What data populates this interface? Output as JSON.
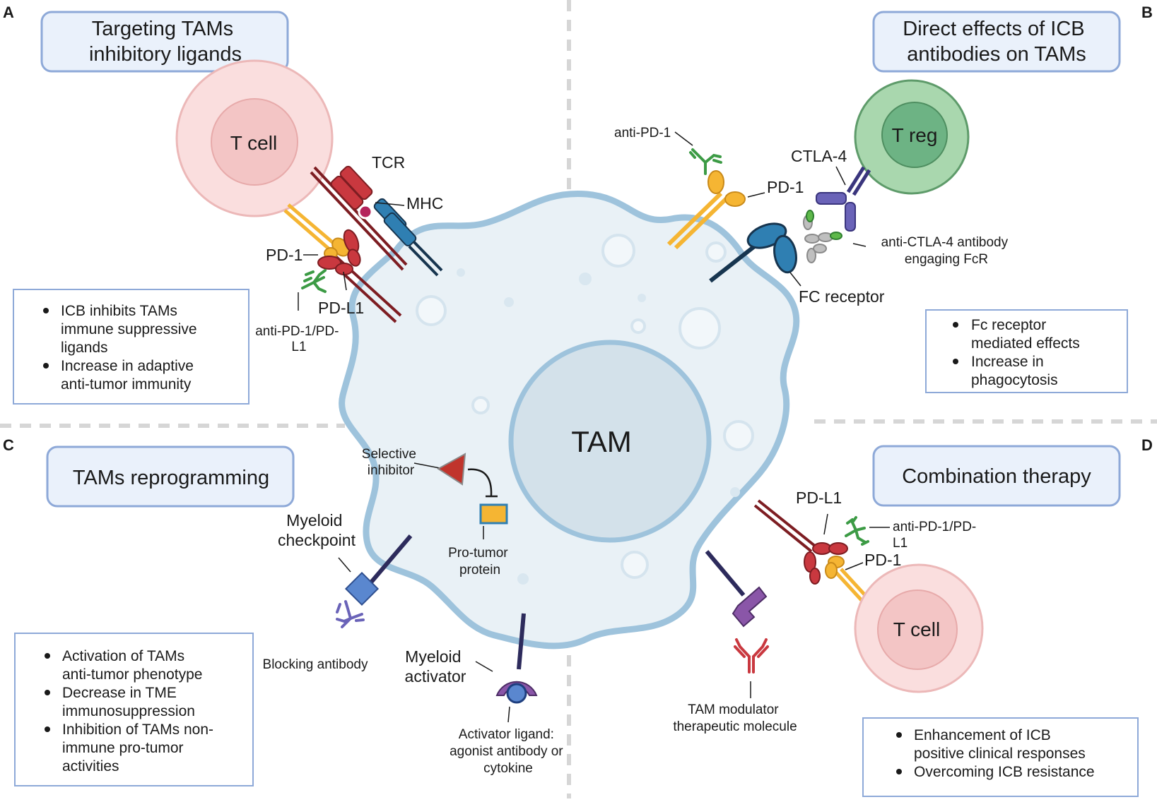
{
  "panels": {
    "a": {
      "letter": "A",
      "title": [
        "Targeting TAMs",
        "inhibitory ligands"
      ],
      "bullets": [
        [
          "ICB inhibits TAMs",
          "immune suppressive",
          "ligands"
        ],
        [
          "Increase in adaptive",
          "anti-tumor immunity"
        ]
      ],
      "labels": {
        "t_cell": "T cell",
        "tcr": "TCR",
        "mhc": "MHC",
        "pd1": "PD-1",
        "pdl1": "PD-L1",
        "anti_pd1_pdl1": [
          "anti-PD-1/PD-",
          "L1"
        ]
      }
    },
    "b": {
      "letter": "B",
      "title": [
        "Direct effects of ICB",
        "antibodies on TAMs"
      ],
      "bullets": [
        [
          "Fc receptor",
          "mediated effects"
        ],
        [
          "Increase in",
          "phagocytosis"
        ]
      ],
      "labels": {
        "treg": "T reg",
        "anti_pd1": "anti-PD-1",
        "pd1": "PD-1",
        "ctla4": "CTLA-4",
        "anti_ctla4": [
          "anti-CTLA-4 antibody",
          "engaging FcR"
        ],
        "fc_receptor": "FC receptor"
      }
    },
    "c": {
      "letter": "C",
      "title": [
        "TAMs reprogramming"
      ],
      "bullets": [
        [
          "Activation of TAMs",
          "anti-tumor phenotype"
        ],
        [
          "Decrease in TME",
          "immunosuppression"
        ],
        [
          "Inhibition of TAMs non-",
          "immune pro-tumor",
          "activities"
        ]
      ],
      "labels": {
        "selective_inhibitor": [
          "Selective",
          "inhibitor"
        ],
        "pro_tumor_protein": [
          "Pro-tumor",
          "protein"
        ],
        "myeloid_checkpoint": [
          "Myeloid",
          "checkpoint"
        ],
        "blocking_antibody": "Blocking antibody",
        "myeloid_activator": [
          "Myeloid",
          "activator"
        ],
        "activator_ligand": [
          "Activator ligand:",
          "agonist antibody or",
          "cytokine"
        ]
      }
    },
    "d": {
      "letter": "D",
      "title": [
        "Combination therapy"
      ],
      "bullets": [
        [
          "Enhancement of ICB",
          "positive clinical responses"
        ],
        [
          "Overcoming ICB resistance"
        ]
      ],
      "labels": {
        "pdl1": "PD-L1",
        "anti_pd1_pdl1": [
          "anti-PD-1/PD-",
          "L1"
        ],
        "pd1": "PD-1",
        "t_cell": "T cell",
        "tam_modulator": [
          "TAM modulator",
          "therapeutic molecule"
        ]
      }
    }
  },
  "center": {
    "tam": "TAM"
  },
  "colors": {
    "title_fill": "#eaf1fb",
    "title_stroke": "#8ea9d8",
    "bullet_box_stroke": "#8ea9d8",
    "tam_membrane": "#9ec3dc",
    "tam_fill": "#e9f1f6",
    "nucleus_fill": "#d3e1ea",
    "tcell_outer": "#fadede",
    "tcell_inner": "#f3c5c5",
    "treg_outer": "#a9d7ae",
    "treg_inner": "#6db384",
    "pd1_yellow": "#f5b533",
    "pdl1_red": "#c9383f",
    "dark_red": "#7d1d22",
    "mhc_blue": "#2f7fb2",
    "dark_navy": "#17354f",
    "antibody_green": "#3c9b45",
    "ctla4_purple": "#6a63b8",
    "myeloid_blue": "#5a87cf",
    "modulator_purple": "#8a56a8",
    "inhibitor_red": "#c0342c",
    "divider_gray": "#d6d6d6"
  }
}
